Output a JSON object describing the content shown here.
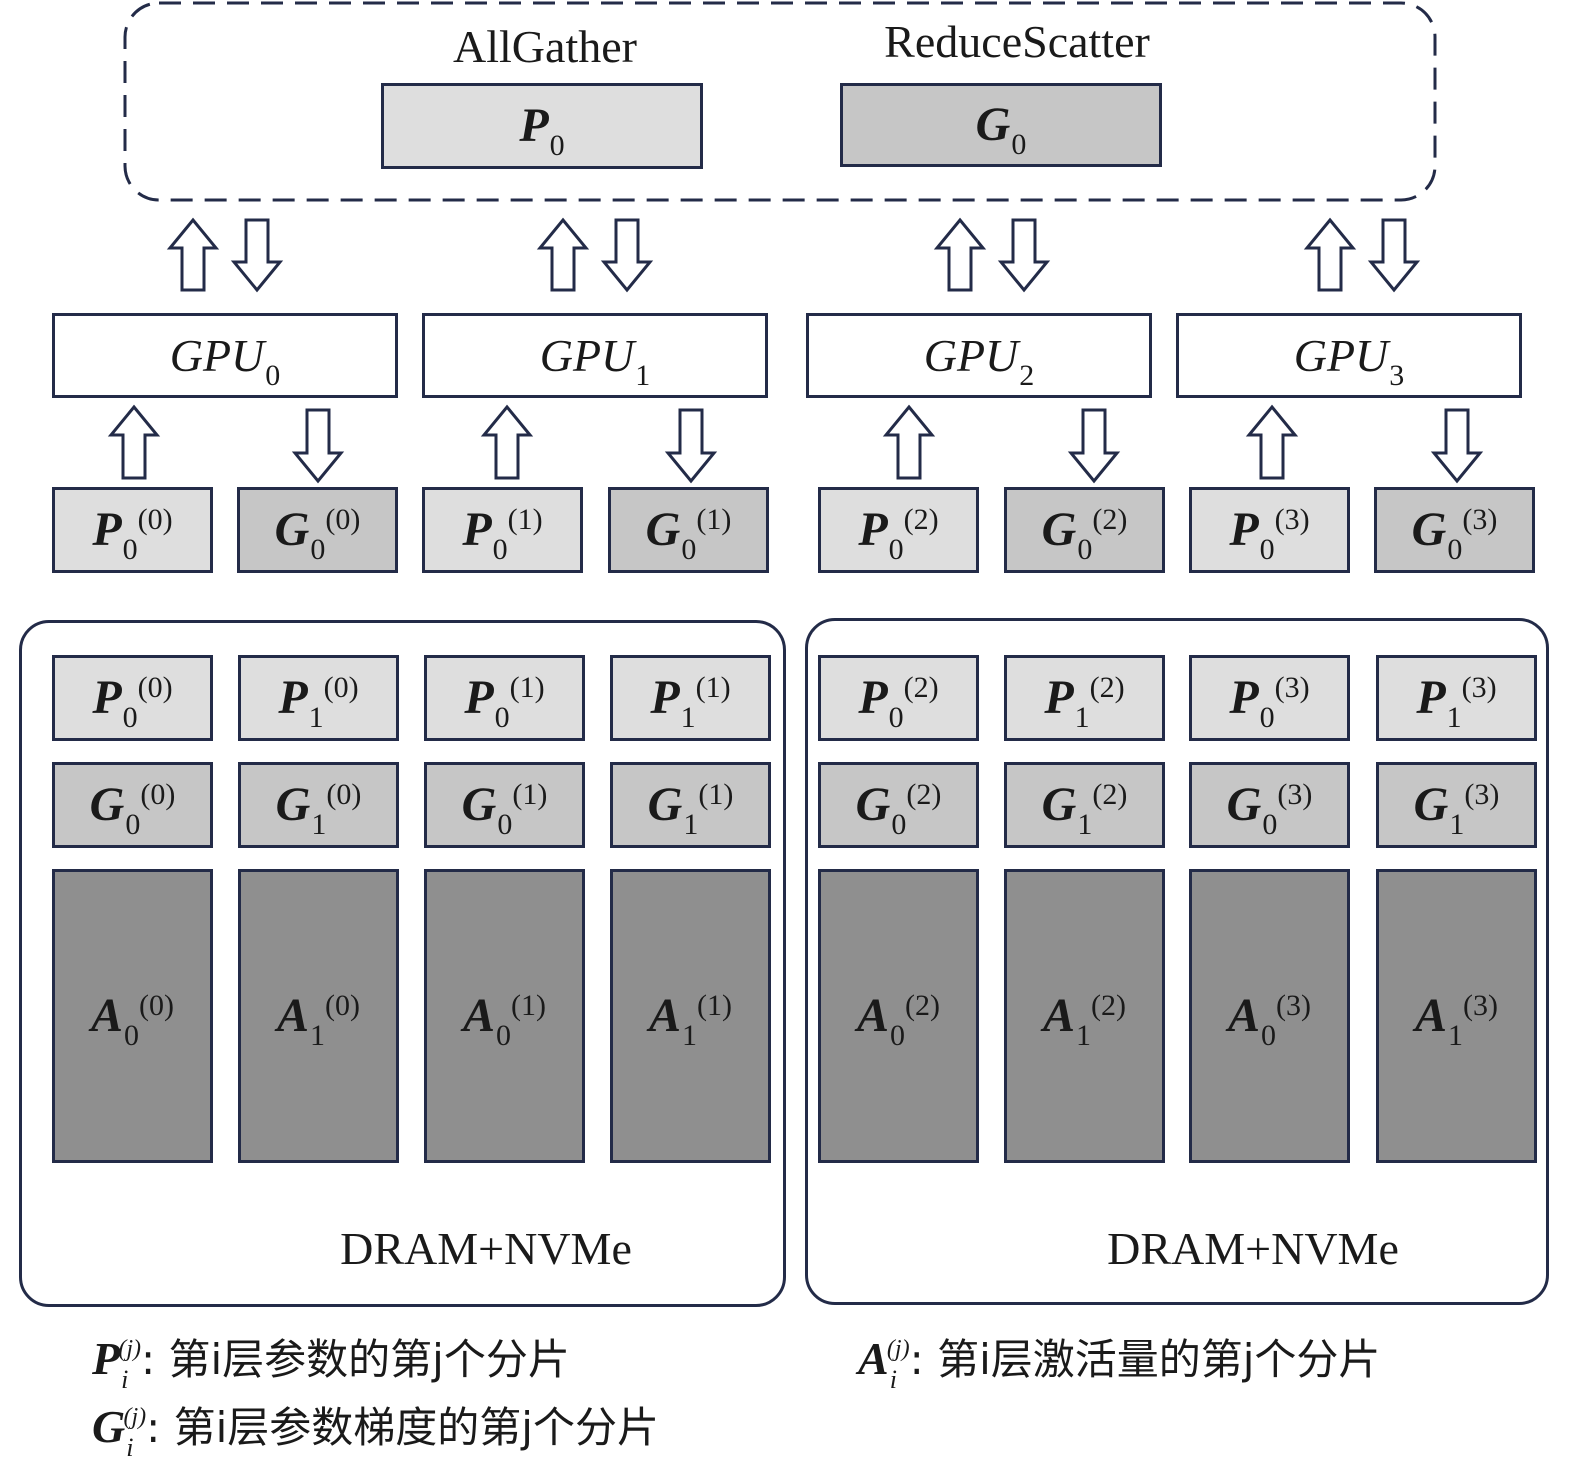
{
  "collectives": {
    "allgather": {
      "title": "AllGather",
      "shard": {
        "b": "P",
        "sub": "0",
        "sup": ""
      }
    },
    "reducescatter": {
      "title": "ReduceScatter",
      "shard": {
        "b": "G",
        "sub": "0",
        "sup": ""
      }
    }
  },
  "gpus": [
    {
      "name": "GPU",
      "sub": "0",
      "p": {
        "b": "P",
        "sub": "0",
        "sup": "(0)"
      },
      "g": {
        "b": "G",
        "sub": "0",
        "sup": "(0)"
      }
    },
    {
      "name": "GPU",
      "sub": "1",
      "p": {
        "b": "P",
        "sub": "0",
        "sup": "(1)"
      },
      "g": {
        "b": "G",
        "sub": "0",
        "sup": "(1)"
      }
    },
    {
      "name": "GPU",
      "sub": "2",
      "p": {
        "b": "P",
        "sub": "0",
        "sup": "(2)"
      },
      "g": {
        "b": "G",
        "sub": "0",
        "sup": "(2)"
      }
    },
    {
      "name": "GPU",
      "sub": "3",
      "p": {
        "b": "P",
        "sub": "0",
        "sup": "(3)"
      },
      "g": {
        "b": "G",
        "sub": "0",
        "sup": "(3)"
      }
    }
  ],
  "memory": [
    {
      "label": "DRAM+NVMe",
      "columns": [
        {
          "p": {
            "b": "P",
            "sub": "0",
            "sup": "(0)"
          },
          "g": {
            "b": "G",
            "sub": "0",
            "sup": "(0)"
          },
          "a": {
            "b": "A",
            "sub": "0",
            "sup": "(0)"
          }
        },
        {
          "p": {
            "b": "P",
            "sub": "1",
            "sup": "(0)"
          },
          "g": {
            "b": "G",
            "sub": "1",
            "sup": "(0)"
          },
          "a": {
            "b": "A",
            "sub": "1",
            "sup": "(0)"
          }
        },
        {
          "p": {
            "b": "P",
            "sub": "0",
            "sup": "(1)"
          },
          "g": {
            "b": "G",
            "sub": "0",
            "sup": "(1)"
          },
          "a": {
            "b": "A",
            "sub": "0",
            "sup": "(1)"
          }
        },
        {
          "p": {
            "b": "P",
            "sub": "1",
            "sup": "(1)"
          },
          "g": {
            "b": "G",
            "sub": "1",
            "sup": "(1)"
          },
          "a": {
            "b": "A",
            "sub": "1",
            "sup": "(1)"
          }
        }
      ]
    },
    {
      "label": "DRAM+NVMe",
      "columns": [
        {
          "p": {
            "b": "P",
            "sub": "0",
            "sup": "(2)"
          },
          "g": {
            "b": "G",
            "sub": "0",
            "sup": "(2)"
          },
          "a": {
            "b": "A",
            "sub": "0",
            "sup": "(2)"
          }
        },
        {
          "p": {
            "b": "P",
            "sub": "1",
            "sup": "(2)"
          },
          "g": {
            "b": "G",
            "sub": "1",
            "sup": "(2)"
          },
          "a": {
            "b": "A",
            "sub": "1",
            "sup": "(2)"
          }
        },
        {
          "p": {
            "b": "P",
            "sub": "0",
            "sup": "(3)"
          },
          "g": {
            "b": "G",
            "sub": "0",
            "sup": "(3)"
          },
          "a": {
            "b": "A",
            "sub": "0",
            "sup": "(3)"
          }
        },
        {
          "p": {
            "b": "P",
            "sub": "1",
            "sup": "(3)"
          },
          "g": {
            "b": "G",
            "sub": "1",
            "sup": "(3)"
          },
          "a": {
            "b": "A",
            "sub": "1",
            "sup": "(3)"
          }
        }
      ]
    }
  ],
  "legend": [
    {
      "b": "P",
      "sub": "i",
      "sup": "(j)",
      "desc": ": 第i层参数的第j个分片"
    },
    {
      "b": "G",
      "sub": "i",
      "sup": "(j)",
      "desc": ": 第i层参数梯度的第j个分片"
    },
    {
      "b": "A",
      "sub": "i",
      "sup": "(j)",
      "desc": ": 第i层激活量的第j个分片"
    }
  ],
  "colors": {
    "param": "#dedede",
    "grad": "#c6c6c6",
    "activation": "#8f8f8f",
    "stroke": "#232b48"
  }
}
